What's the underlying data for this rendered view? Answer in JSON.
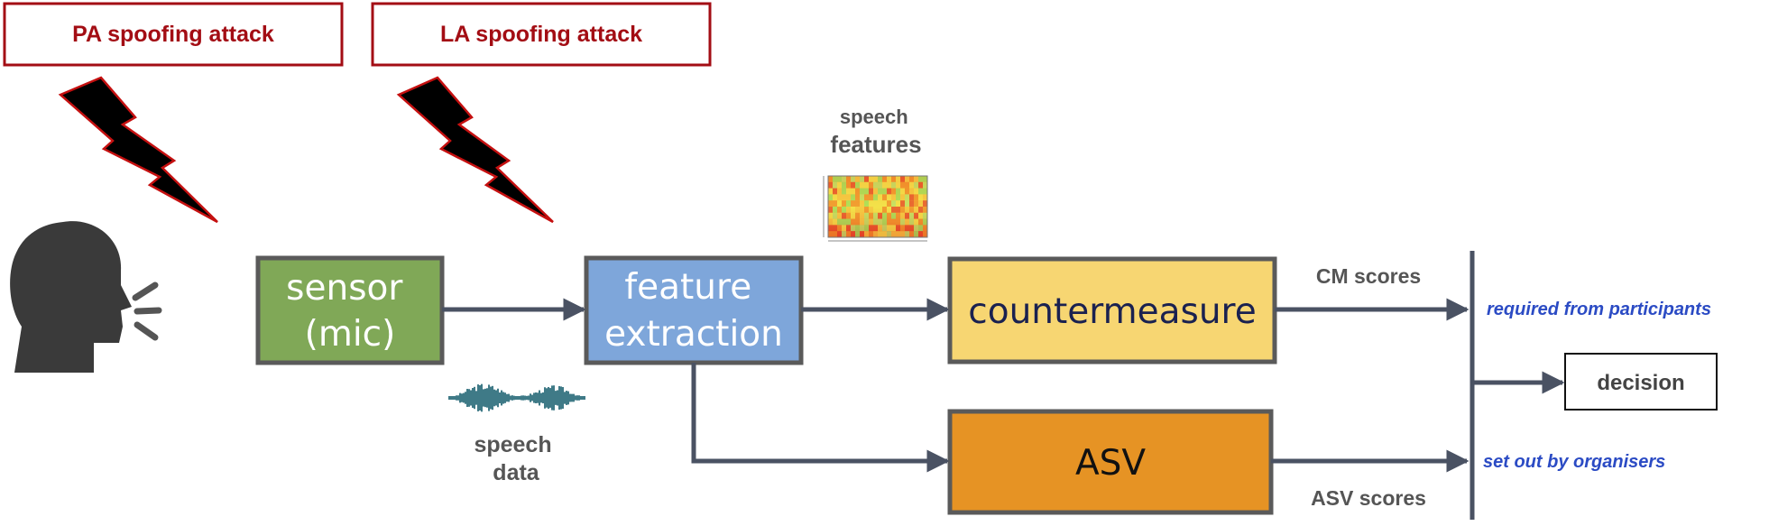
{
  "attacks": {
    "pa": "PA spoofing attack",
    "la": "LA spoofing attack"
  },
  "blocks": {
    "sensor": [
      "sensor",
      "(mic)"
    ],
    "feature_extraction": [
      "feature",
      "extraction"
    ],
    "countermeasure": "countermeasure",
    "asv": "ASV",
    "decision": "decision"
  },
  "labels": {
    "speech_features": [
      "speech",
      "features"
    ],
    "speech_data": [
      "speech",
      "data"
    ],
    "cm_scores": "CM scores",
    "asv_scores": "ASV scores",
    "required": "required from participants",
    "set_out": "set out by organisers"
  },
  "colors": {
    "attack_red": "#a30d14",
    "sensor_green": "#80a857",
    "feature_blue": "#7ea6da",
    "cm_yellow": "#f7d672",
    "asv_orange": "#e69324",
    "box_border": "#5a5a5a",
    "arrow": "#4a5263",
    "text_blue": "#2b4bc4",
    "waveform_teal": "#3f7a87"
  },
  "icons": [
    "speaking-head-icon",
    "lightning-bolt-icon",
    "spectrogram-icon",
    "waveform-icon"
  ]
}
